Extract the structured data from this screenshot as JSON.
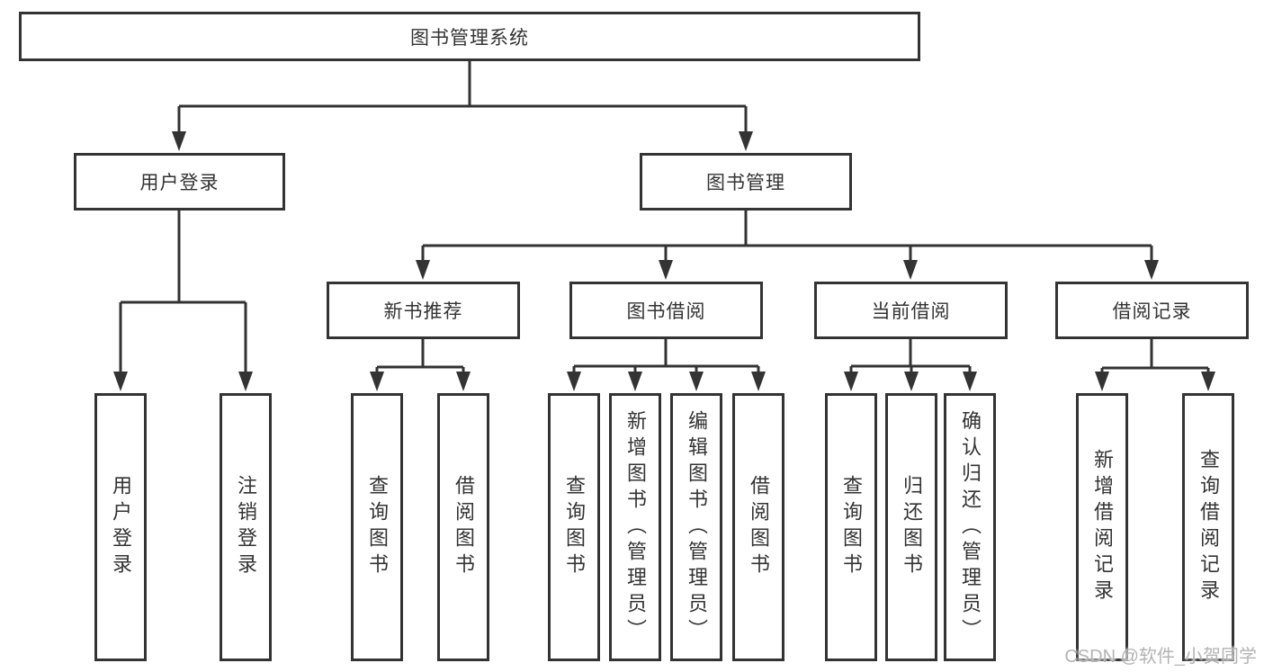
{
  "diagram": {
    "root": {
      "label": "图书管理系统"
    },
    "level2": {
      "user_login": {
        "label": "用户登录"
      },
      "book_management": {
        "label": "图书管理"
      }
    },
    "level3": {
      "new_book_recommend": {
        "label": "新书推荐"
      },
      "book_borrow": {
        "label": "图书借阅"
      },
      "current_borrow": {
        "label": "当前借阅"
      },
      "borrow_records": {
        "label": "借阅记录"
      }
    },
    "leaves": {
      "user_login": {
        "label": "用户登录"
      },
      "logout": {
        "label": "注销登录"
      },
      "query_book_a": {
        "label": "查询图书"
      },
      "borrow_book_a": {
        "label": "借阅图书"
      },
      "query_book_b": {
        "label": "查询图书"
      },
      "add_book": {
        "label": "新增图书（管理员）"
      },
      "edit_book": {
        "label": "编辑图书（管理员）"
      },
      "borrow_book_b": {
        "label": "借阅图书"
      },
      "query_book_c": {
        "label": "查询图书"
      },
      "return_book": {
        "label": "归还图书"
      },
      "confirm_return": {
        "label": "确认归还（管理员）"
      },
      "add_borrow_record": {
        "label": "新增借阅记录"
      },
      "query_borrow_record": {
        "label": "查询借阅记录"
      }
    }
  },
  "watermark": {
    "text": "CSDN @软件_小贺同学"
  },
  "colors": {
    "line": "#333333",
    "text": "#333333",
    "box_background": "#ffffff",
    "watermark": "#b0b0b0",
    "background": "#ffffff"
  }
}
